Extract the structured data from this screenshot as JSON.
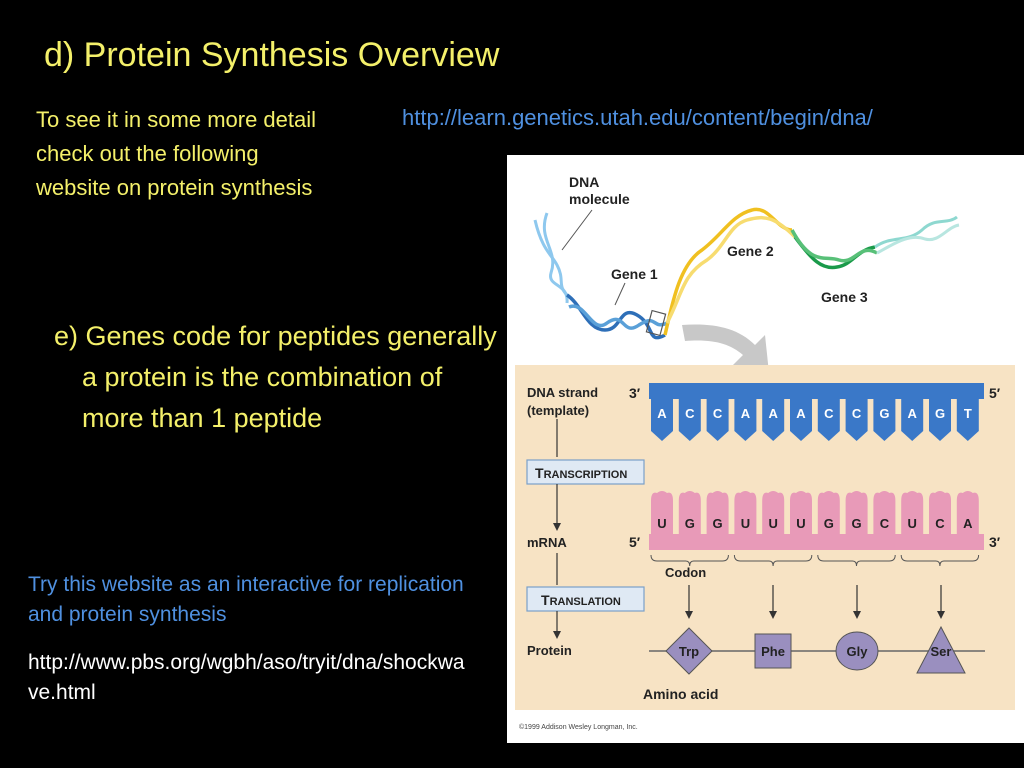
{
  "slide": {
    "title": "d) Protein Synthesis Overview",
    "note": "To see it in some more detail check out the following website on protein synthesis",
    "link_top": "http://learn.genetics.utah.edu/content/begin/dna/",
    "bullet": "e) Genes code for peptides generally a protein is the combination of more than 1 peptide",
    "try_text": "Try this website as an interactive for replication and protein synthesis",
    "link_bottom": "http://www.pbs.org/wgbh/aso/tryit/dna/shockwave.html"
  },
  "diagram": {
    "dna_molecule_label": "DNA molecule",
    "gene_labels": [
      "Gene 1",
      "Gene 2",
      "Gene 3"
    ],
    "dna_strand_label": "DNA strand (template)",
    "transcription_label": "Transcription",
    "mrna_label": "mRNA",
    "translation_label": "Translation",
    "protein_label": "Protein",
    "codon_label": "Codon",
    "amino_acid_label": "Amino acid",
    "three_prime": "3′",
    "five_prime": "5′",
    "dna_bases": [
      "A",
      "C",
      "C",
      "A",
      "A",
      "A",
      "C",
      "C",
      "G",
      "A",
      "G",
      "T"
    ],
    "mrna_bases": [
      "U",
      "G",
      "G",
      "U",
      "U",
      "U",
      "G",
      "G",
      "C",
      "U",
      "C",
      "A"
    ],
    "amino_acids": [
      "Trp",
      "Phe",
      "Gly",
      "Ser"
    ],
    "copyright": "©1999 Addison Wesley Longman, Inc.",
    "colors": {
      "dna_blue": "#3a78c8",
      "mrna_pink": "#e89ab8",
      "panel_bg": "#f7e3c4",
      "amino_purple": "#9a8fbf",
      "gene2_yellow": "#f0c020",
      "gene3_green": "#1a9a4a"
    }
  }
}
